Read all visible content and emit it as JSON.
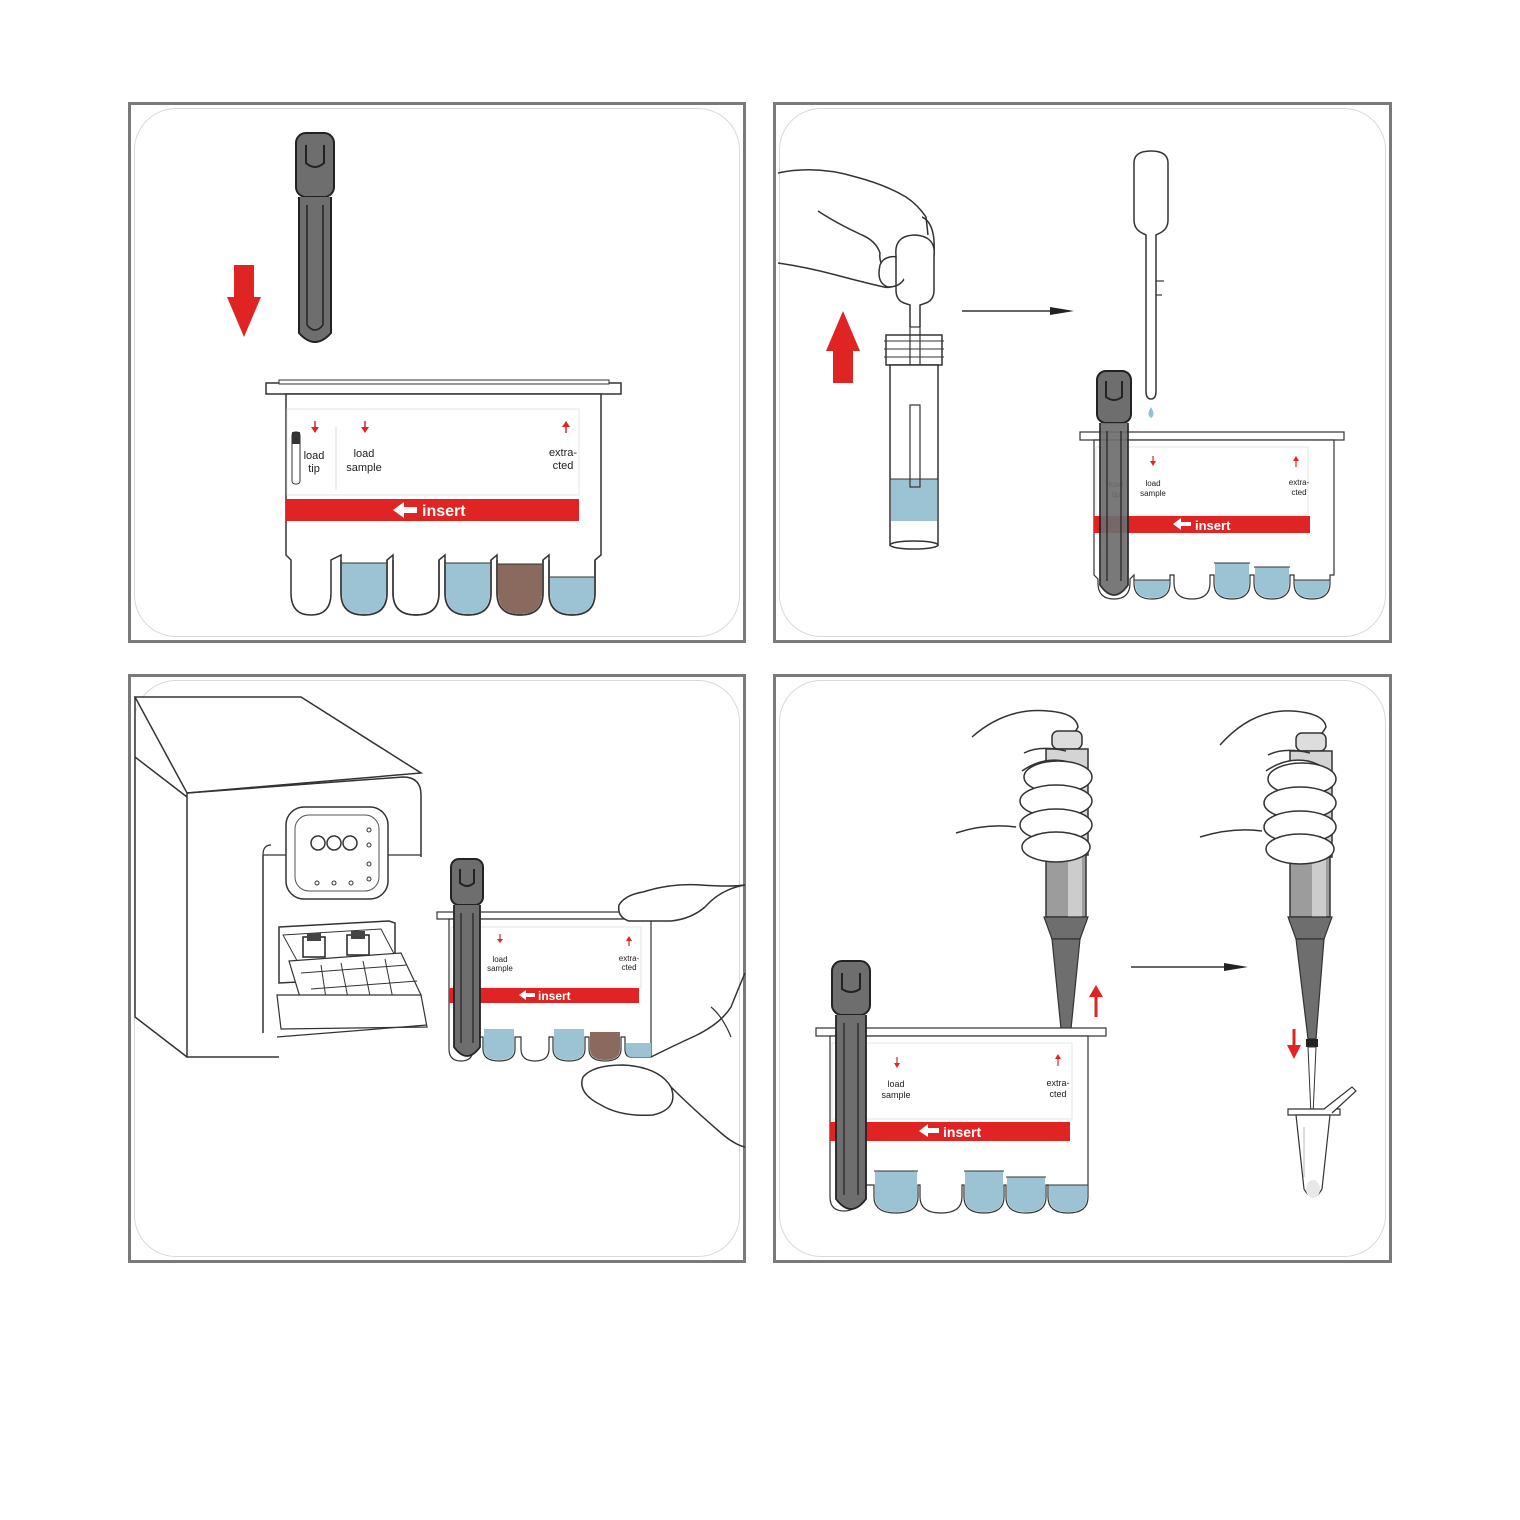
{
  "colors": {
    "accent_red": "#e02424",
    "liquid_blue": "#9cc3d3",
    "liquid_brown": "#8a6a5e",
    "tip_gray": "#6e6e6e",
    "frame_gray": "#7a7a7a"
  },
  "cartridge": {
    "labels": {
      "load_tip_line1": "load",
      "load_tip_line2": "tip",
      "load_sample_line1": "load",
      "load_sample_line2": "sample",
      "extracted_line1": "extra-",
      "extracted_line2": "cted"
    },
    "banner": "insert"
  },
  "icons": {
    "arrow_down": "red-arrow-down-icon",
    "arrow_up": "red-arrow-up-icon",
    "arrow_right": "black-arrow-right-icon",
    "arrow_left": "white-arrow-left-icon"
  }
}
